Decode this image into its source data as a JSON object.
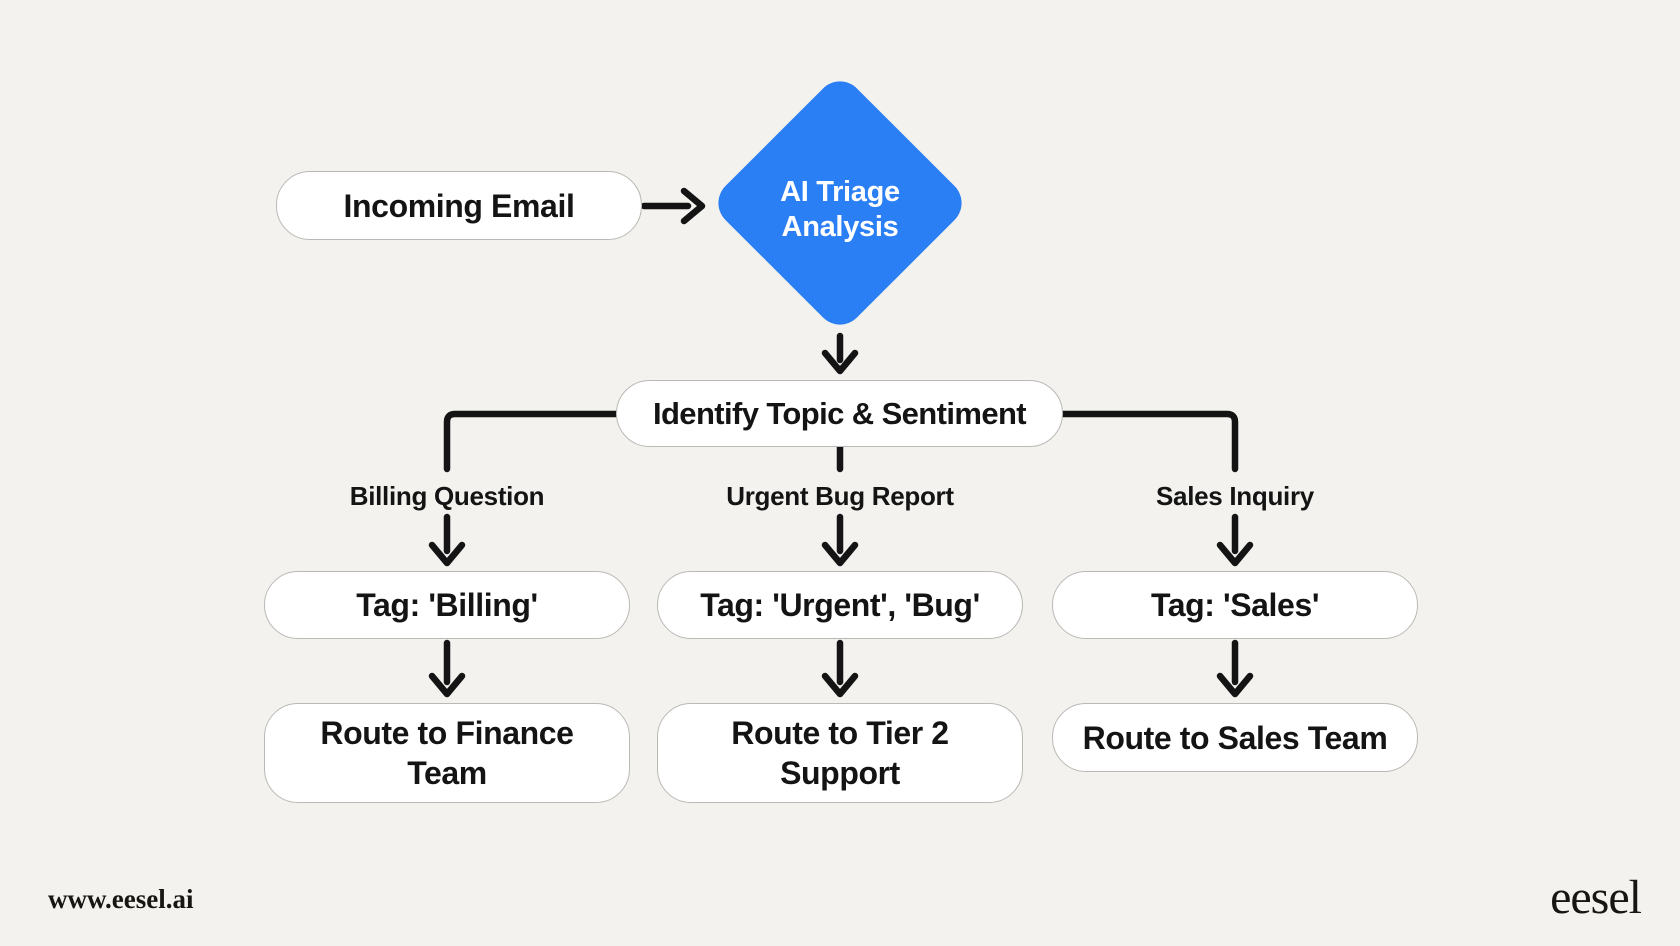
{
  "colors": {
    "background": "#F3F2EF",
    "node_fill": "#FFFFFF",
    "node_border": "#BBB9B5",
    "connector": "#141414",
    "accent_blue": "#2B7FF5",
    "diamond_text": "#FFFFFF"
  },
  "flow": {
    "incoming": {
      "label": "Incoming Email"
    },
    "triage": {
      "line1": "AI Triage",
      "line2": "Analysis"
    },
    "identify": {
      "label": "Identify Topic & Sentiment"
    },
    "branches": [
      {
        "condition": "Billing Question",
        "tag": "Tag: 'Billing'",
        "route": "Route to Finance Team"
      },
      {
        "condition": "Urgent Bug Report",
        "tag": "Tag: 'Urgent', 'Bug'",
        "route": "Route to Tier 2 Support"
      },
      {
        "condition": "Sales Inquiry",
        "tag": "Tag: 'Sales'",
        "route": "Route to Sales Team"
      }
    ]
  },
  "footer": {
    "website": "www.eesel.ai",
    "brand": "eesel"
  }
}
